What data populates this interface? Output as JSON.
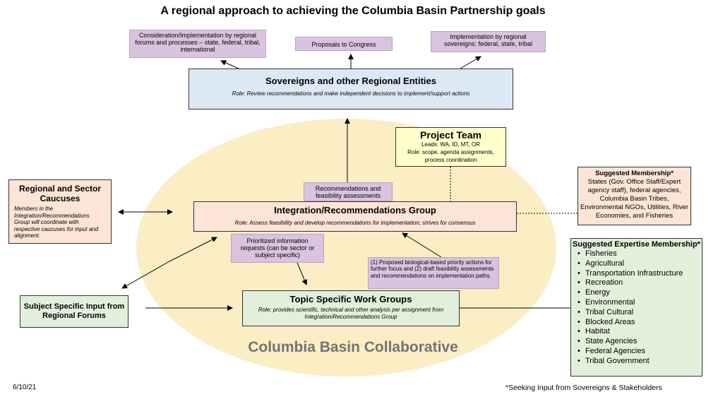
{
  "title": "A regional approach to achieving the Columbia Basin Partnership goals",
  "ellipse_label": "Columbia Basin Collaborative",
  "top_notes": [
    "Consideration/Implementation by regional forums and processes – state, federal, tribal, international",
    "Proposals to Congress",
    "Implementation by regional sovereigns: federal, state, tribal"
  ],
  "sovereigns": {
    "title": "Sovereigns and other Regional Entities",
    "role": "Role: Review recommendations and make independent decisions to implement/support actions"
  },
  "project_team": {
    "title": "Project Team",
    "leads": "Leads: WA, ID, MT, OR",
    "role_line1": "Role: scope, agenda assignments,",
    "role_line2": "process coordination"
  },
  "recommendations_note": "Recommendations and feasibility assessments",
  "integration": {
    "title": "Integration/Recommendations Group",
    "role": "Role: Assess feasibility and develop recommendations for implementation; strives for consensus"
  },
  "caucuses": {
    "title": "Regional and Sector Caucuses",
    "text": "Members in the Integration/Recommendations Group will coordinate with respective caucuses for input and alignment."
  },
  "prioritized_note": "Prioritized information requests (can be sector or subject specific)",
  "proposed_note": "(1) Proposed biological-based priority actions for further focus and (2) draft feasibility assessments and recommendations on implementation paths.",
  "work_groups": {
    "title": "Topic Specific Work Groups",
    "role": "Role: provides scientific, technical and other analysis per assignment from Integration/Recommendations Group"
  },
  "subject_input": "Subject Specific Input from Regional Forums",
  "suggested_membership": {
    "title": "Suggested Membership*",
    "text": "States (Gov. Office Staff/Expert agency staff), federal agencies, Columbia Basin Tribes, Environmental NGOs, Utilities, River Economies, and Fisheries"
  },
  "expertise": {
    "title": "Suggested Expertise Membership*",
    "items": [
      "Fisheries",
      "Agricultural",
      "Transportation Infrastructure",
      "Recreation",
      "Energy",
      "Environmental",
      "Tribal Cultural",
      "Blocked Areas",
      "Habitat",
      "State Agencies",
      "Federal Agencies",
      "Tribal Government"
    ]
  },
  "date": "6/10/21",
  "footnote": "*Seeking Input from Sovereigns & Stakeholders"
}
